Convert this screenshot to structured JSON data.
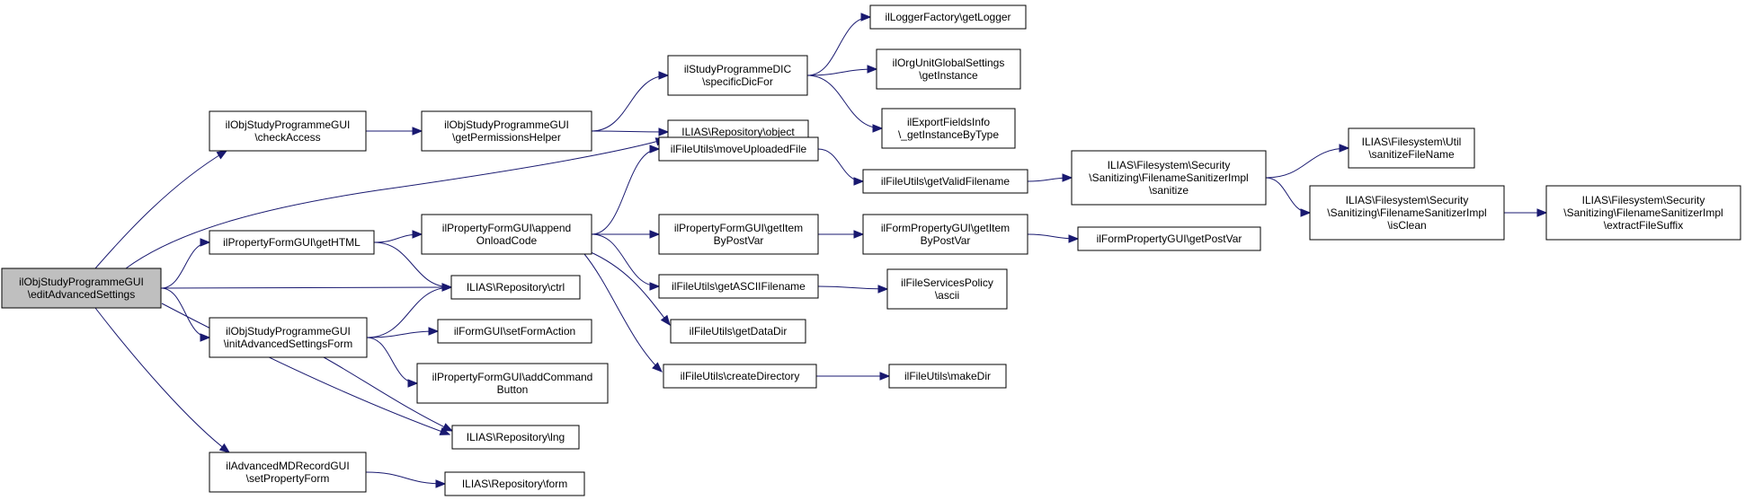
{
  "colors": {
    "edge": "#191970",
    "root_fill": "#bfbfbf",
    "node_fill": "#ffffff"
  },
  "nodes": [
    {
      "id": "root",
      "lines": [
        "ilObjStudyProgrammeGUI",
        "\\editAdvancedSettings"
      ],
      "root": true
    },
    {
      "id": "checkAccess",
      "lines": [
        "ilObjStudyProgrammeGUI",
        "\\checkAccess"
      ]
    },
    {
      "id": "getPermissionsHelper",
      "lines": [
        "ilObjStudyProgrammeGUI",
        "\\getPermissionsHelper"
      ]
    },
    {
      "id": "specificDicFor",
      "lines": [
        "ilStudyProgrammeDIC",
        "\\specificDicFor"
      ]
    },
    {
      "id": "getLogger",
      "lines": [
        "ilLoggerFactory\\getLogger"
      ]
    },
    {
      "id": "orgGetInstance",
      "lines": [
        "ilOrgUnitGlobalSettings",
        "\\getInstance"
      ]
    },
    {
      "id": "exportFields",
      "lines": [
        "ilExportFieldsInfo",
        "\\_getInstanceByType"
      ]
    },
    {
      "id": "repoObject",
      "lines": [
        "ILIAS\\Repository\\object"
      ]
    },
    {
      "id": "getHTML",
      "lines": [
        "ilPropertyFormGUI\\getHTML"
      ]
    },
    {
      "id": "appendOnload",
      "lines": [
        "ilPropertyFormGUI\\append",
        "OnloadCode"
      ]
    },
    {
      "id": "moveUploaded",
      "lines": [
        "ilFileUtils\\moveUploadedFile"
      ]
    },
    {
      "id": "getValidFilename",
      "lines": [
        "ilFileUtils\\getValidFilename"
      ]
    },
    {
      "id": "sanitize",
      "lines": [
        "ILIAS\\Filesystem\\Security",
        "\\Sanitizing\\FilenameSanitizerImpl",
        "\\sanitize"
      ]
    },
    {
      "id": "sanitizeFileName",
      "lines": [
        "ILIAS\\Filesystem\\Util",
        "\\sanitizeFileName"
      ]
    },
    {
      "id": "isClean",
      "lines": [
        "ILIAS\\Filesystem\\Security",
        "\\Sanitizing\\FilenameSanitizerImpl",
        "\\isClean"
      ]
    },
    {
      "id": "extractSuffix",
      "lines": [
        "ILIAS\\Filesystem\\Security",
        "\\Sanitizing\\FilenameSanitizerImpl",
        "\\extractFileSuffix"
      ]
    },
    {
      "id": "pfGetItem",
      "lines": [
        "ilPropertyFormGUI\\getItem",
        "ByPostVar"
      ]
    },
    {
      "id": "fpGetItem",
      "lines": [
        "ilFormPropertyGUI\\getItem",
        "ByPostVar"
      ]
    },
    {
      "id": "getPostVar",
      "lines": [
        "ilFormPropertyGUI\\getPostVar"
      ]
    },
    {
      "id": "getASCII",
      "lines": [
        "ilFileUtils\\getASCIIFilename"
      ]
    },
    {
      "id": "ascii",
      "lines": [
        "ilFileServicesPolicy",
        "\\ascii"
      ]
    },
    {
      "id": "getDataDir",
      "lines": [
        "ilFileUtils\\getDataDir"
      ]
    },
    {
      "id": "createDirectory",
      "lines": [
        "ilFileUtils\\createDirectory"
      ]
    },
    {
      "id": "makeDir",
      "lines": [
        "ilFileUtils\\makeDir"
      ]
    },
    {
      "id": "repoCtrl",
      "lines": [
        "ILIAS\\Repository\\ctrl"
      ]
    },
    {
      "id": "initAdv",
      "lines": [
        "ilObjStudyProgrammeGUI",
        "\\initAdvancedSettingsForm"
      ]
    },
    {
      "id": "setFormAction",
      "lines": [
        "ilFormGUI\\setFormAction"
      ]
    },
    {
      "id": "addCommand",
      "lines": [
        "ilPropertyFormGUI\\addCommand",
        "Button"
      ]
    },
    {
      "id": "repoLng",
      "lines": [
        "ILIAS\\Repository\\lng"
      ]
    },
    {
      "id": "setPropertyForm",
      "lines": [
        "ilAdvancedMDRecordGUI",
        "\\setPropertyForm"
      ]
    },
    {
      "id": "repoForm",
      "lines": [
        "ILIAS\\Repository\\form"
      ]
    }
  ],
  "edges": [
    [
      "root",
      "checkAccess"
    ],
    [
      "root",
      "repoObject"
    ],
    [
      "root",
      "getHTML"
    ],
    [
      "root",
      "repoCtrl"
    ],
    [
      "root",
      "initAdv"
    ],
    [
      "root",
      "repoLng"
    ],
    [
      "root",
      "setPropertyForm"
    ],
    [
      "checkAccess",
      "getPermissionsHelper"
    ],
    [
      "getPermissionsHelper",
      "specificDicFor"
    ],
    [
      "getPermissionsHelper",
      "repoObject"
    ],
    [
      "specificDicFor",
      "getLogger"
    ],
    [
      "specificDicFor",
      "orgGetInstance"
    ],
    [
      "specificDicFor",
      "exportFields"
    ],
    [
      "getHTML",
      "appendOnload"
    ],
    [
      "getHTML",
      "repoCtrl"
    ],
    [
      "appendOnload",
      "moveUploaded"
    ],
    [
      "appendOnload",
      "pfGetItem"
    ],
    [
      "appendOnload",
      "getASCII"
    ],
    [
      "appendOnload",
      "getDataDir"
    ],
    [
      "appendOnload",
      "createDirectory"
    ],
    [
      "moveUploaded",
      "getValidFilename"
    ],
    [
      "getValidFilename",
      "sanitize"
    ],
    [
      "sanitize",
      "sanitizeFileName"
    ],
    [
      "sanitize",
      "isClean"
    ],
    [
      "isClean",
      "extractSuffix"
    ],
    [
      "pfGetItem",
      "fpGetItem"
    ],
    [
      "fpGetItem",
      "getPostVar"
    ],
    [
      "getASCII",
      "ascii"
    ],
    [
      "createDirectory",
      "makeDir"
    ],
    [
      "initAdv",
      "repoCtrl"
    ],
    [
      "initAdv",
      "setFormAction"
    ],
    [
      "initAdv",
      "addCommand"
    ],
    [
      "initAdv",
      "repoLng"
    ],
    [
      "setPropertyForm",
      "repoForm"
    ]
  ]
}
